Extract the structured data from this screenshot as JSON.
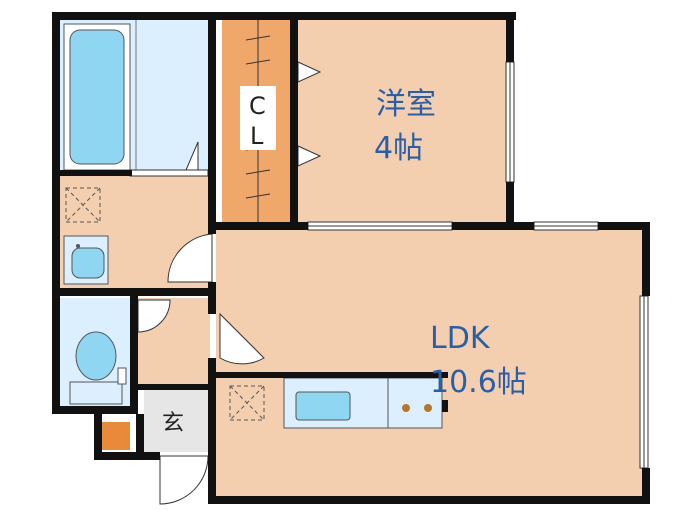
{
  "rooms": {
    "western_room": {
      "name": "洋室",
      "size": "4帖"
    },
    "ldk": {
      "name": "LDK",
      "size": "10.6帖"
    },
    "closet": {
      "line1": "C",
      "line2": "L"
    },
    "entrance": {
      "label": "玄"
    }
  },
  "colors": {
    "wall": "#111111",
    "floor": "#f3cfb0",
    "closet": "#f0a86a",
    "wet_area": "#dcefff",
    "fixture": "#8fd6f2",
    "entrance": "#e6e6e6",
    "label_blue": "#2a5fa8",
    "accent_orange": "#e88a3a"
  },
  "icons": {
    "bathtub": "bathtub-icon",
    "toilet": "toilet-icon",
    "washbasin": "washbasin-icon",
    "sink": "kitchen-sink-icon",
    "stove": "stove-icon",
    "vent": "ventilation-icon",
    "door": "door-swing-icon"
  }
}
